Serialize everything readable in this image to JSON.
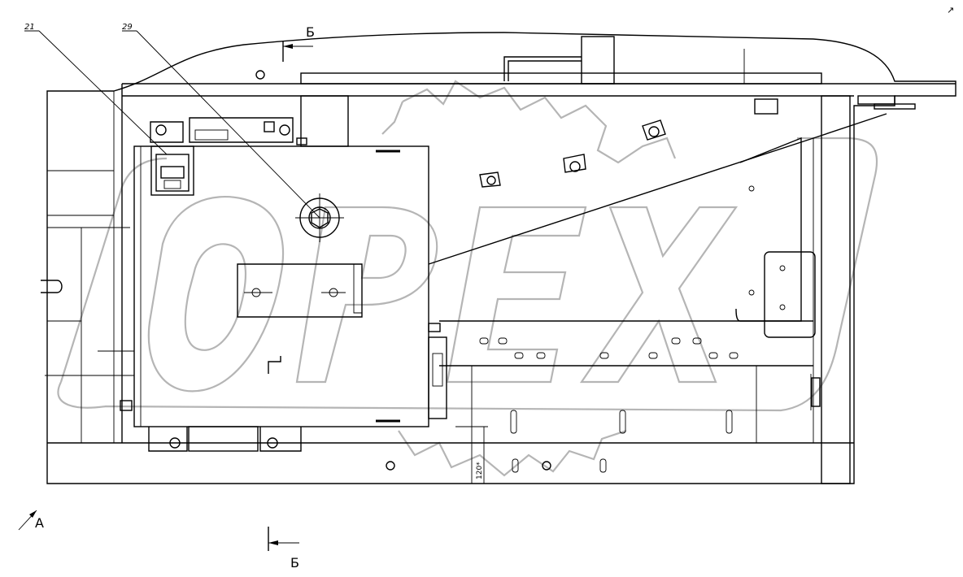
{
  "drawing": {
    "callouts": [
      {
        "id": "callout-21",
        "text": "21"
      },
      {
        "id": "callout-29",
        "text": "29"
      }
    ],
    "section_marks": {
      "top": "Б",
      "bottom": "Б"
    },
    "view_mark": "А",
    "dimension": "120*",
    "watermark": "OPEX",
    "corner_mark": "↗"
  },
  "colors": {
    "line": "#000000",
    "watermark_outline": "#b5b5b5",
    "background": "#ffffff"
  }
}
